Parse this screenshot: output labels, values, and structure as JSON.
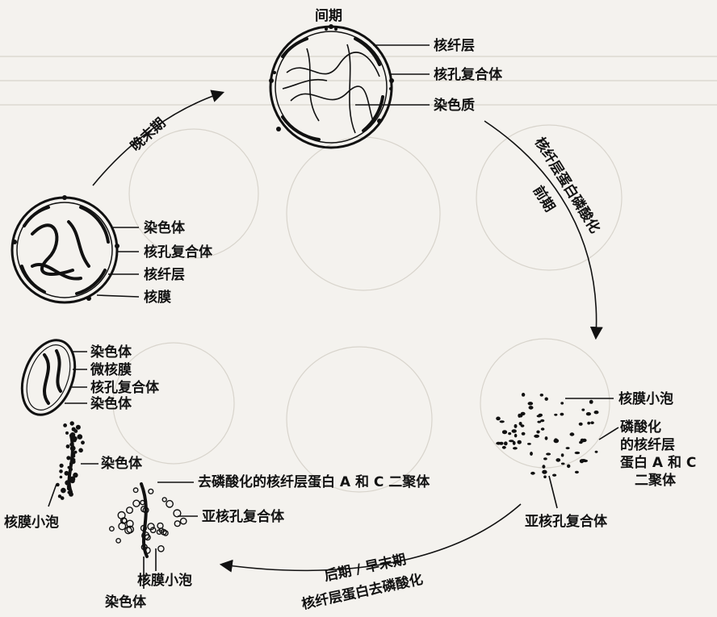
{
  "stages": {
    "interphase": {
      "title": "间期",
      "labels": [
        "核纤层",
        "核孔复合体",
        "染色质"
      ]
    },
    "prophase_transition": [
      "核纤层蛋白磷酸化",
      "前期"
    ],
    "metaphase": {
      "labels": [
        "核膜小泡",
        "磷酸化",
        "的核纤层",
        "蛋白 A 和 C",
        "二聚体",
        "亚核孔复合体"
      ]
    },
    "anaphase_transition": [
      "后期 / 早末期",
      "核纤层蛋白去磷酸化"
    ],
    "early_telophase": {
      "labels": [
        "染色体",
        "去磷酸化的核纤层蛋白 A 和 C 二聚体",
        "亚核孔复合体",
        "核膜小泡",
        "染色体",
        "核膜小泡"
      ]
    },
    "mid_telophase": {
      "labels": [
        "染色体",
        "微核膜",
        "核孔复合体",
        "染色体"
      ]
    },
    "late_telophase": {
      "labels": [
        "染色体",
        "核孔复合体",
        "核纤层",
        "核膜"
      ]
    },
    "late_transition": "晚末期"
  }
}
